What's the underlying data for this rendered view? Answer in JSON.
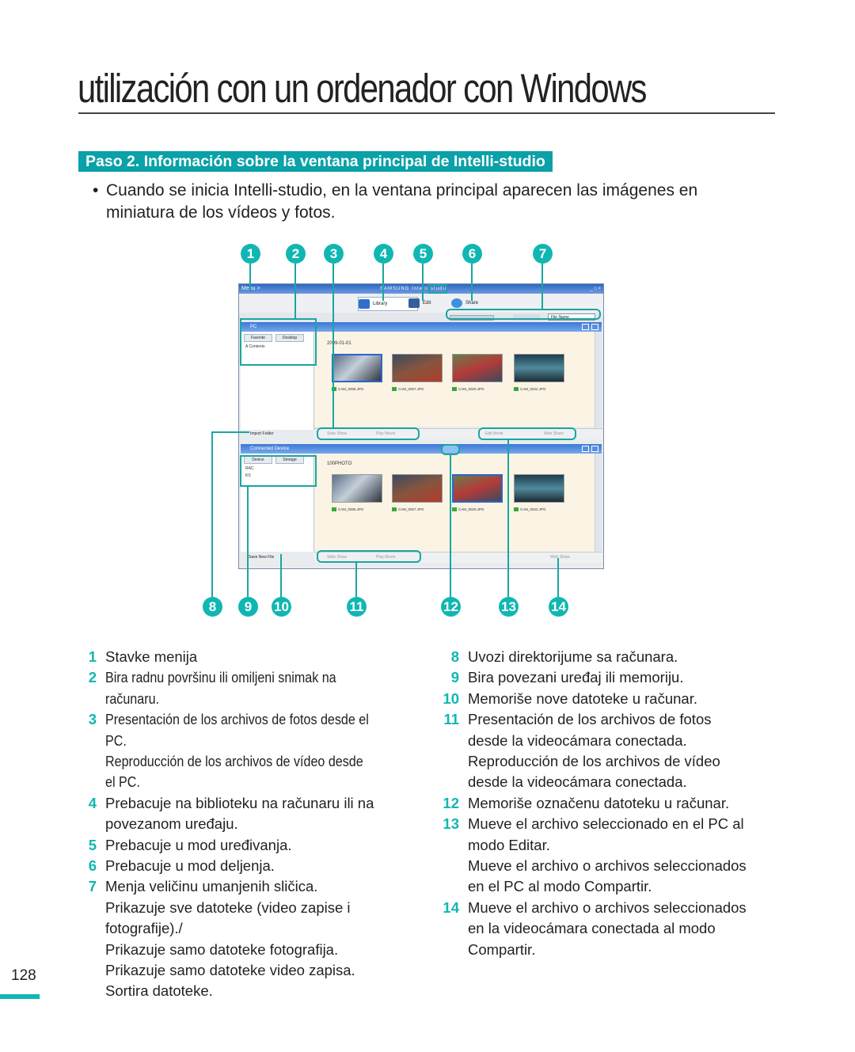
{
  "page": {
    "title": "utilización con un ordenador con Windows",
    "section_title": "Paso 2. Información sobre la ventana principal de Intelli-studio",
    "bullet_symbol": "•",
    "intro_line1": "Cuando se inicia Intelli-studio, en la ventana principal aparecen las imágenes en",
    "intro_line2": "miniatura de los vídeos y fotos.",
    "page_number": "128"
  },
  "callouts_top": [
    "1",
    "2",
    "3",
    "4",
    "5",
    "6",
    "7"
  ],
  "callouts_bottom": [
    "8",
    "9",
    "10",
    "11",
    "12",
    "13",
    "14"
  ],
  "screenshot": {
    "menu": "Menu >",
    "brand": "SAMSUNG Intelli-studio",
    "window_controls": "_ □ ×",
    "tabs": [
      "Library",
      "Edit",
      "Share"
    ],
    "sort_label": "File Name",
    "pc_header": "PC",
    "tree_tabs_pc": [
      "Favorite",
      "Desktop"
    ],
    "tree_item_pc": "A Contents",
    "import_folder": "Import Folder",
    "date_folder": "2009-01-01",
    "thumb_labels_pc": [
      "CAM_0006.JPG",
      "CAM_0007.JPG",
      "CAM_0020.JPG",
      "CAM_0022.JPG"
    ],
    "pc_bar_buttons": [
      "Slide Show",
      "Play Movie",
      "Edit Mode",
      "Web Share"
    ],
    "device_header": "Connected Device",
    "tree_tabs_device": [
      "Device",
      "Storage"
    ],
    "tree_items_device": [
      "RAC",
      "KS"
    ],
    "device_folder": "100PHOTO",
    "thumb_labels_device": [
      "CAM_0006.JPG",
      "CAM_0007.JPG",
      "CAM_0020.JPG",
      "CAM_0022.JPG"
    ],
    "save_new_file": "Save New File",
    "device_bar_buttons": [
      "Slide Show",
      "Play Movie",
      "Web Share"
    ]
  },
  "legend_left": [
    {
      "num": "1",
      "lines": [
        "Stavke menija"
      ]
    },
    {
      "num": "2",
      "lines": [
        "Bira radnu površinu ili omiljeni snimak na",
        "računaru."
      ],
      "narrow": true
    },
    {
      "num": "3",
      "lines": [
        "Presentación de los archivos de fotos desde el",
        "PC.",
        "Reproducción de los archivos de vídeo desde",
        "el PC."
      ],
      "narrow": true
    },
    {
      "num": "4",
      "lines": [
        "Prebacuje na biblioteku na računaru ili na",
        "povezanom uređaju."
      ]
    },
    {
      "num": "5",
      "lines": [
        "Prebacuje u mod uređivanja."
      ]
    },
    {
      "num": "6",
      "lines": [
        "Prebacuje u mod deljenja."
      ]
    },
    {
      "num": "7",
      "lines": [
        "Menja veličinu umanjenih sličica.",
        "Prikazuje sve datoteke (video zapise i",
        "fotografije)./",
        "Prikazuje samo datoteke fotografija.",
        "Prikazuje samo datoteke video zapisa.",
        "Sortira datoteke."
      ]
    }
  ],
  "legend_right": [
    {
      "num": "8",
      "lines": [
        "Uvozi direktorijume sa računara."
      ]
    },
    {
      "num": "9",
      "lines": [
        "Bira povezani uređaj ili memoriju."
      ]
    },
    {
      "num": "10",
      "lines": [
        "Memoriše nove datoteke u računar."
      ]
    },
    {
      "num": "11",
      "lines": [
        "Presentación de los archivos de fotos",
        "desde la videocámara conectada.",
        "Reproducción de los archivos de vídeo",
        "desde la videocámara conectada."
      ]
    },
    {
      "num": "12",
      "lines": [
        "Memoriše označenu datoteku u računar."
      ]
    },
    {
      "num": "13",
      "lines": [
        "Mueve el archivo seleccionado en el PC al",
        "modo Editar.",
        "Mueve el archivo o archivos seleccionados",
        "en el PC al modo Compartir."
      ]
    },
    {
      "num": "14",
      "lines": [
        "Mueve el archivo o archivos seleccionados",
        "en la videocámara conectada al modo",
        "Compartir."
      ]
    }
  ],
  "colors": {
    "accent": "#10b7b2",
    "section_bg": "#0aa1a8",
    "highlight": "#1aa6a1"
  }
}
